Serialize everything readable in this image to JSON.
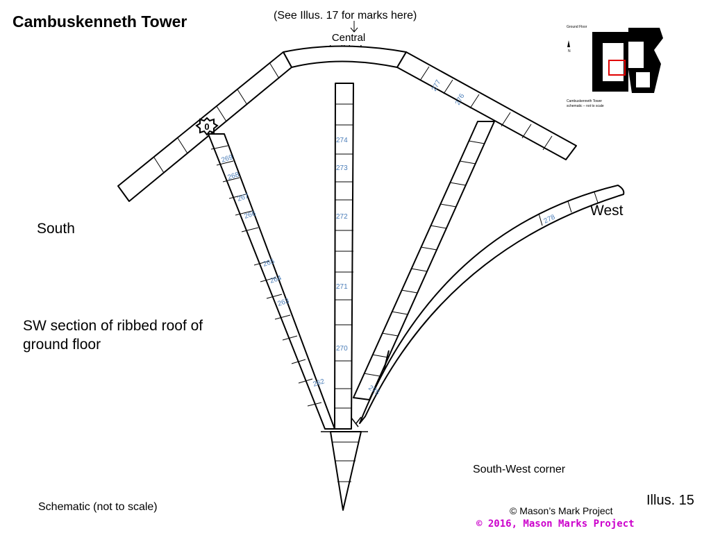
{
  "title": "Cambuskenneth Tower",
  "note": "(See Illus. 17 for marks here)",
  "bell_label": "Central bell hole",
  "south_label": "South",
  "west_label": "West",
  "caption": "SW section of ribbed roof of ground floor",
  "corner_label": "South-West corner",
  "schematic_note": "Schematic (not to scale)",
  "copyright": "© Mason’s Mark Project",
  "watermark": "© 2016, Mason Marks Project",
  "illus_label": "Illus. 15",
  "badge_text": "0",
  "inset": {
    "title": "Ground Floor",
    "north": "N",
    "caption": "Cambuskenneth Tower",
    "subcaption": "schematic – not to scale"
  },
  "colors": {
    "ink": "#000000",
    "marks": "#4a7db8",
    "watermark": "#cc00cc",
    "highlight": "#e00000"
  },
  "rib_marks": {
    "south_rib": [
      "269",
      "268",
      "267",
      "266",
      "265",
      "264",
      "263",
      "262"
    ],
    "central_rib": [
      "274",
      "273",
      "272",
      "271",
      "270"
    ],
    "west_diagonal": [
      "275"
    ],
    "upper_right_arm": [
      "277",
      "276"
    ],
    "west_arch": [
      "278"
    ]
  }
}
